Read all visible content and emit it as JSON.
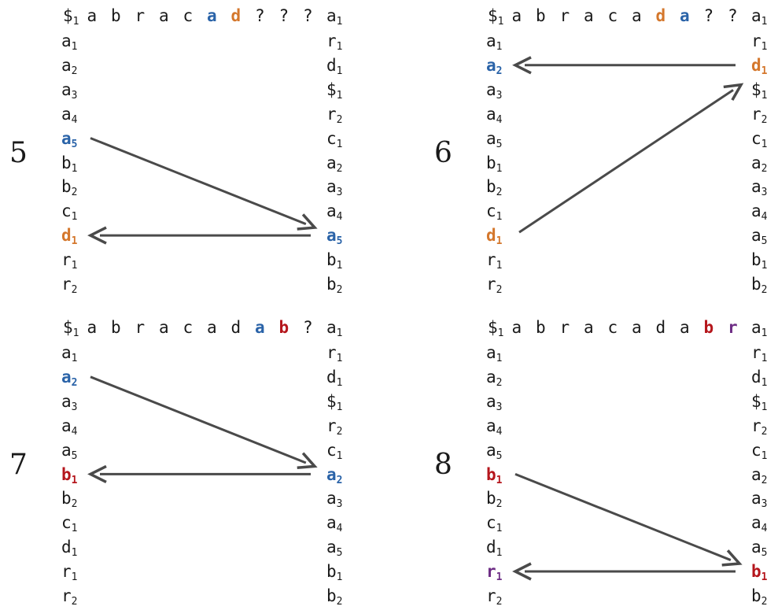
{
  "panels": [
    {
      "step": "5",
      "header": [
        {
          "t": "$",
          "s": "1",
          "c": "black"
        },
        {
          "t": "a"
        },
        {
          "t": "b"
        },
        {
          "t": "r"
        },
        {
          "t": "a"
        },
        {
          "t": "c"
        },
        {
          "t": "a",
          "c": "blue",
          "b": true
        },
        {
          "t": "d",
          "c": "orange",
          "b": true
        },
        {
          "t": "?"
        },
        {
          "t": "?"
        },
        {
          "t": "?"
        }
      ],
      "right_head": {
        "t": "a",
        "s": "1"
      },
      "left": [
        {
          "t": "a",
          "s": "1"
        },
        {
          "t": "a",
          "s": "2"
        },
        {
          "t": "a",
          "s": "3"
        },
        {
          "t": "a",
          "s": "4"
        },
        {
          "t": "a",
          "s": "5",
          "c": "blue",
          "b": true
        },
        {
          "t": "b",
          "s": "1"
        },
        {
          "t": "b",
          "s": "2"
        },
        {
          "t": "c",
          "s": "1"
        },
        {
          "t": "d",
          "s": "1",
          "c": "orange",
          "b": true
        },
        {
          "t": "r",
          "s": "1"
        },
        {
          "t": "r",
          "s": "2"
        }
      ],
      "right": [
        {
          "t": "r",
          "s": "1"
        },
        {
          "t": "d",
          "s": "1"
        },
        {
          "t": "$",
          "s": "1"
        },
        {
          "t": "r",
          "s": "2"
        },
        {
          "t": "c",
          "s": "1"
        },
        {
          "t": "a",
          "s": "2"
        },
        {
          "t": "a",
          "s": "3"
        },
        {
          "t": "a",
          "s": "4"
        },
        {
          "t": "a",
          "s": "5",
          "c": "blue",
          "b": true
        },
        {
          "t": "b",
          "s": "1"
        },
        {
          "t": "b",
          "s": "2"
        }
      ],
      "arrows": [
        {
          "from": "L",
          "fromRow": 5,
          "to": "R",
          "toRow": 9
        },
        {
          "from": "R",
          "fromRow": 9,
          "to": "L",
          "toRow": 9
        }
      ]
    },
    {
      "step": "6",
      "header": [
        {
          "t": "$",
          "s": "1"
        },
        {
          "t": "a"
        },
        {
          "t": "b"
        },
        {
          "t": "r"
        },
        {
          "t": "a"
        },
        {
          "t": "c"
        },
        {
          "t": "a"
        },
        {
          "t": "d",
          "c": "orange",
          "b": true
        },
        {
          "t": "a",
          "c": "blue",
          "b": true
        },
        {
          "t": "?"
        },
        {
          "t": "?"
        }
      ],
      "right_head": {
        "t": "a",
        "s": "1"
      },
      "left": [
        {
          "t": "a",
          "s": "1"
        },
        {
          "t": "a",
          "s": "2",
          "c": "blue",
          "b": true
        },
        {
          "t": "a",
          "s": "3"
        },
        {
          "t": "a",
          "s": "4"
        },
        {
          "t": "a",
          "s": "5"
        },
        {
          "t": "b",
          "s": "1"
        },
        {
          "t": "b",
          "s": "2"
        },
        {
          "t": "c",
          "s": "1"
        },
        {
          "t": "d",
          "s": "1",
          "c": "orange",
          "b": true
        },
        {
          "t": "r",
          "s": "1"
        },
        {
          "t": "r",
          "s": "2"
        }
      ],
      "right": [
        {
          "t": "r",
          "s": "1"
        },
        {
          "t": "d",
          "s": "1",
          "c": "orange",
          "b": true
        },
        {
          "t": "$",
          "s": "1"
        },
        {
          "t": "r",
          "s": "2"
        },
        {
          "t": "c",
          "s": "1"
        },
        {
          "t": "a",
          "s": "2"
        },
        {
          "t": "a",
          "s": "3"
        },
        {
          "t": "a",
          "s": "4"
        },
        {
          "t": "a",
          "s": "5"
        },
        {
          "t": "b",
          "s": "1"
        },
        {
          "t": "b",
          "s": "2"
        }
      ],
      "arrows": [
        {
          "from": "L",
          "fromRow": 9,
          "to": "R",
          "toRow": 3
        },
        {
          "from": "R",
          "fromRow": 2,
          "to": "L",
          "toRow": 2
        }
      ]
    },
    {
      "step": "7",
      "header": [
        {
          "t": "$",
          "s": "1"
        },
        {
          "t": "a"
        },
        {
          "t": "b"
        },
        {
          "t": "r"
        },
        {
          "t": "a"
        },
        {
          "t": "c"
        },
        {
          "t": "a"
        },
        {
          "t": "d"
        },
        {
          "t": "a",
          "c": "blue",
          "b": true
        },
        {
          "t": "b",
          "c": "red",
          "b": true
        },
        {
          "t": "?"
        }
      ],
      "right_head": {
        "t": "a",
        "s": "1"
      },
      "left": [
        {
          "t": "a",
          "s": "1"
        },
        {
          "t": "a",
          "s": "2",
          "c": "blue",
          "b": true
        },
        {
          "t": "a",
          "s": "3"
        },
        {
          "t": "a",
          "s": "4"
        },
        {
          "t": "a",
          "s": "5"
        },
        {
          "t": "b",
          "s": "1",
          "c": "red",
          "b": true
        },
        {
          "t": "b",
          "s": "2"
        },
        {
          "t": "c",
          "s": "1"
        },
        {
          "t": "d",
          "s": "1"
        },
        {
          "t": "r",
          "s": "1"
        },
        {
          "t": "r",
          "s": "2"
        }
      ],
      "right": [
        {
          "t": "r",
          "s": "1"
        },
        {
          "t": "d",
          "s": "1"
        },
        {
          "t": "$",
          "s": "1"
        },
        {
          "t": "r",
          "s": "2"
        },
        {
          "t": "c",
          "s": "1"
        },
        {
          "t": "a",
          "s": "2",
          "c": "blue",
          "b": true
        },
        {
          "t": "a",
          "s": "3"
        },
        {
          "t": "a",
          "s": "4"
        },
        {
          "t": "a",
          "s": "5"
        },
        {
          "t": "b",
          "s": "1"
        },
        {
          "t": "b",
          "s": "2"
        }
      ],
      "arrows": [
        {
          "from": "L",
          "fromRow": 2,
          "to": "R",
          "toRow": 6
        },
        {
          "from": "R",
          "fromRow": 6,
          "to": "L",
          "toRow": 6
        }
      ]
    },
    {
      "step": "8",
      "header": [
        {
          "t": "$",
          "s": "1"
        },
        {
          "t": "a"
        },
        {
          "t": "b"
        },
        {
          "t": "r"
        },
        {
          "t": "a"
        },
        {
          "t": "c"
        },
        {
          "t": "a"
        },
        {
          "t": "d"
        },
        {
          "t": "a"
        },
        {
          "t": "b",
          "c": "red",
          "b": true
        },
        {
          "t": "r",
          "c": "purple",
          "b": true
        }
      ],
      "right_head": {
        "t": "a",
        "s": "1"
      },
      "left": [
        {
          "t": "a",
          "s": "1"
        },
        {
          "t": "a",
          "s": "2"
        },
        {
          "t": "a",
          "s": "3"
        },
        {
          "t": "a",
          "s": "4"
        },
        {
          "t": "a",
          "s": "5"
        },
        {
          "t": "b",
          "s": "1",
          "c": "red",
          "b": true
        },
        {
          "t": "b",
          "s": "2"
        },
        {
          "t": "c",
          "s": "1"
        },
        {
          "t": "d",
          "s": "1"
        },
        {
          "t": "r",
          "s": "1",
          "c": "purple",
          "b": true
        },
        {
          "t": "r",
          "s": "2"
        }
      ],
      "right": [
        {
          "t": "r",
          "s": "1"
        },
        {
          "t": "d",
          "s": "1"
        },
        {
          "t": "$",
          "s": "1"
        },
        {
          "t": "r",
          "s": "2"
        },
        {
          "t": "c",
          "s": "1"
        },
        {
          "t": "a",
          "s": "2"
        },
        {
          "t": "a",
          "s": "3"
        },
        {
          "t": "a",
          "s": "4"
        },
        {
          "t": "a",
          "s": "5"
        },
        {
          "t": "b",
          "s": "1",
          "c": "red",
          "b": true
        },
        {
          "t": "b",
          "s": "2"
        }
      ],
      "arrows": [
        {
          "from": "L",
          "fromRow": 6,
          "to": "R",
          "toRow": 10
        },
        {
          "from": "R",
          "fromRow": 10,
          "to": "L",
          "toRow": 10
        }
      ]
    }
  ],
  "colors": {
    "blue": "#2a63a8",
    "orange": "#d4772c",
    "red": "#b5161c",
    "purple": "#6f2f86",
    "arrow": "#4a4a4a"
  }
}
